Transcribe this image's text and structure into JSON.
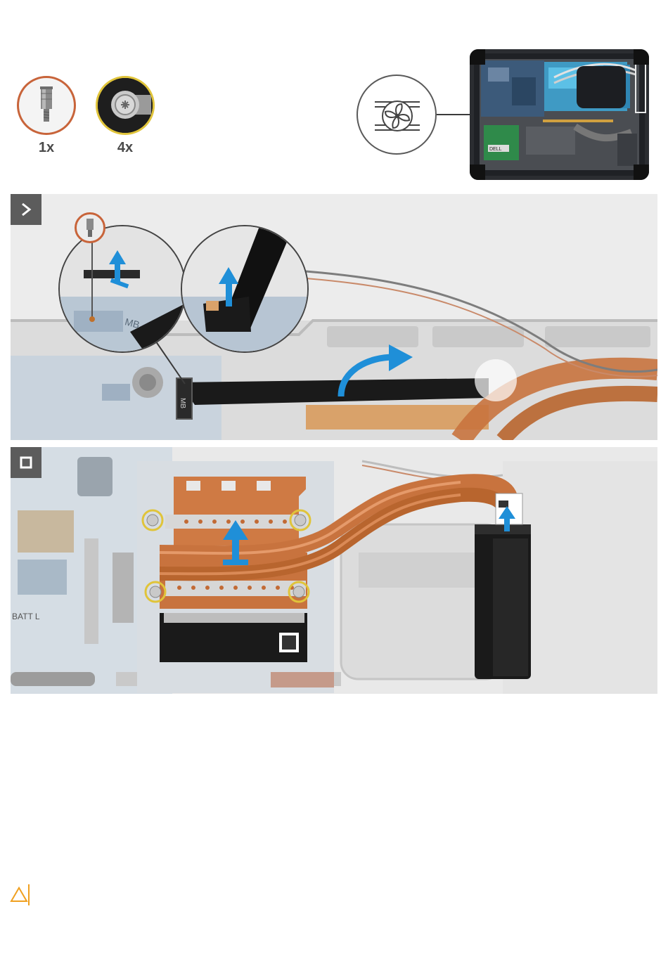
{
  "screws": [
    {
      "icon": "standoff-screw-icon",
      "count": "1x",
      "ring_color": "#c8643a"
    },
    {
      "icon": "captive-screw-icon",
      "count": "4x",
      "ring_color": "#e0c43a"
    }
  ],
  "locator": {
    "icon": "fan-icon"
  },
  "steps": [
    {
      "badge_icon": "chevron-right-icon"
    },
    {
      "badge_icon": "stop-square-icon"
    }
  ],
  "board_labels": {
    "mb_1": "MB",
    "mb_2": "MB",
    "batt": "BATT L",
    "dell": "DELL"
  },
  "colors": {
    "arrow_blue": "#1f8fd8",
    "copper": "#c8733e",
    "caution_orange": "#f0a020",
    "badge_gray": "#5c5c5c"
  },
  "caution": {
    "icon": "caution-triangle-icon"
  }
}
